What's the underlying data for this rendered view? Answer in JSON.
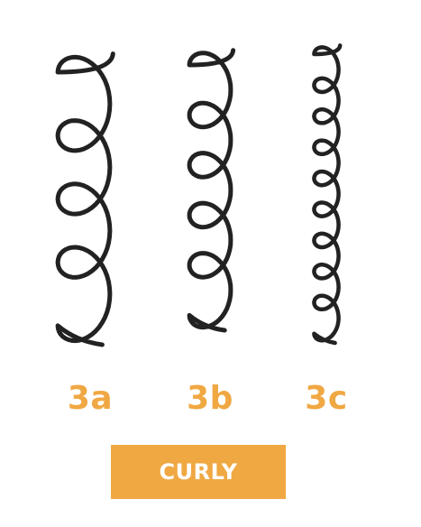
{
  "colors": {
    "accent": "#F0A843",
    "banner_text": "#FFFFFF",
    "curl_stroke": "#222222",
    "background": "#FFFFFF"
  },
  "hair_types": [
    {
      "label": "3a",
      "loops": 4,
      "loop_size": "large"
    },
    {
      "label": "3b",
      "loops": 5,
      "loop_size": "medium"
    },
    {
      "label": "3c",
      "loops": 9,
      "loop_size": "small"
    }
  ],
  "category": {
    "label": "CURLY"
  }
}
